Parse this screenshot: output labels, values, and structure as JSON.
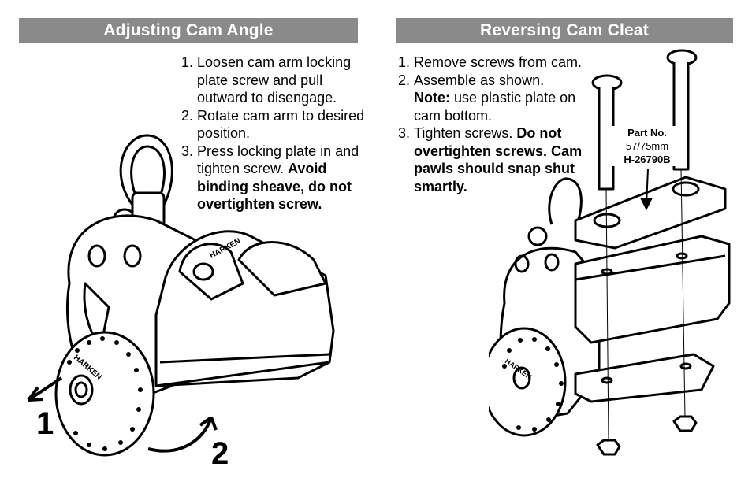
{
  "left": {
    "header": "Adjusting Cam Angle",
    "steps": [
      {
        "num": "1.",
        "text": "Loosen cam arm locking plate screw and pull outward to disengage.",
        "bold": ""
      },
      {
        "num": "2.",
        "text": "Rotate cam arm to desired position.",
        "bold": ""
      },
      {
        "num": "3.",
        "text": "Press locking plate in and tighten screw. ",
        "bold": "Avoid binding sheave, do not overtighten screw."
      }
    ],
    "callouts": {
      "one": "1",
      "two": "2"
    },
    "brand_on_cam": "HARKEN",
    "brand_on_sheave": "HARKEN"
  },
  "right": {
    "header": "Reversing Cam Cleat",
    "steps": [
      {
        "num": "1.",
        "lead": "",
        "text": "Remove screws from cam.",
        "bold": ""
      },
      {
        "num": "2.",
        "lead": "",
        "text": "Assemble as shown.",
        "bold": ""
      },
      {
        "num": "",
        "lead": "Note:",
        "text": " use plastic plate on cam bottom.",
        "bold": ""
      },
      {
        "num": "3.",
        "lead": "",
        "text": "Tighten screws. ",
        "bold": "Do not overtighten screws. Cam pawls should snap shut smartly."
      }
    ],
    "part": {
      "label": "Part No.",
      "size": "57/75mm",
      "code": "H-26790B"
    },
    "brand_on_sheave": "HARKEN"
  }
}
